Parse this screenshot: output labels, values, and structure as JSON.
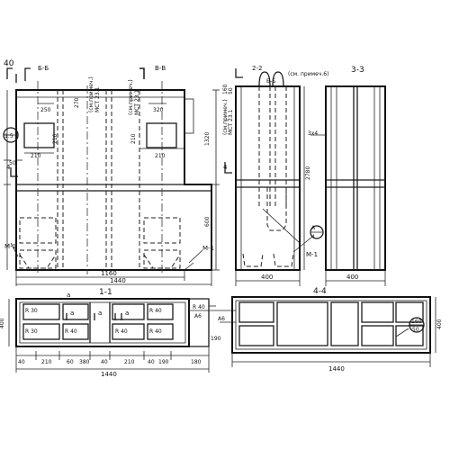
{
  "sections": {
    "s11": "1-1",
    "s22": "2-2",
    "s33": "3-3",
    "s44": "4-4",
    "b2": "Б-Б",
    "b3": "В-В",
    "note": "(см. примеч.6)"
  },
  "callouts": {
    "pvv": "1:5",
    "marker_a": "A",
    "marker_b": "Б",
    "marker_c": "В",
    "m1": "М-1",
    "a4": "4"
  },
  "dims": {
    "d1160": "1160",
    "d1440": "1440",
    "d1440b": "1440",
    "d1440c": "1440",
    "d400a": "400",
    "d400b": "400",
    "d400c": "400",
    "d400d": "400",
    "d600": "600",
    "d1320": "1320",
    "d2780": "2780",
    "d50": "50",
    "d210a": "210",
    "d210b": "210",
    "d210c": "210",
    "d210d": "210",
    "d210e": "210",
    "d210f": "210",
    "d190a": "190",
    "d190b": "190",
    "d250": "250",
    "d270": "270",
    "d320": "320",
    "d380": "380",
    "d40a": "40",
    "d40b": "40",
    "d40c": "40",
    "d40d": "40",
    "d60": "60",
    "d180": "180",
    "d3x4": "3х4",
    "r30a": "R 30",
    "r30b": "R 30",
    "r40a": "R 40",
    "r40b": "R 40",
    "r40c": "R 40",
    "r40d": "R 40",
    "a6a": "А6",
    "a6b": "А6",
    "a4a": "а",
    "a4b": "а",
    "a4c": "а",
    "a4d": "а",
    "mist1": "М-1",
    "mist2": "М-1",
    "mist3": "М-1",
    "p160": "160",
    "p50": "50",
    "p240": "240",
    "p190": "190",
    "spec1": "(см.примеч.)",
    "spec2": "МСТ 23.1",
    "spec3": "(см.примеч.)",
    "spec4": "МСТ 23.1"
  }
}
